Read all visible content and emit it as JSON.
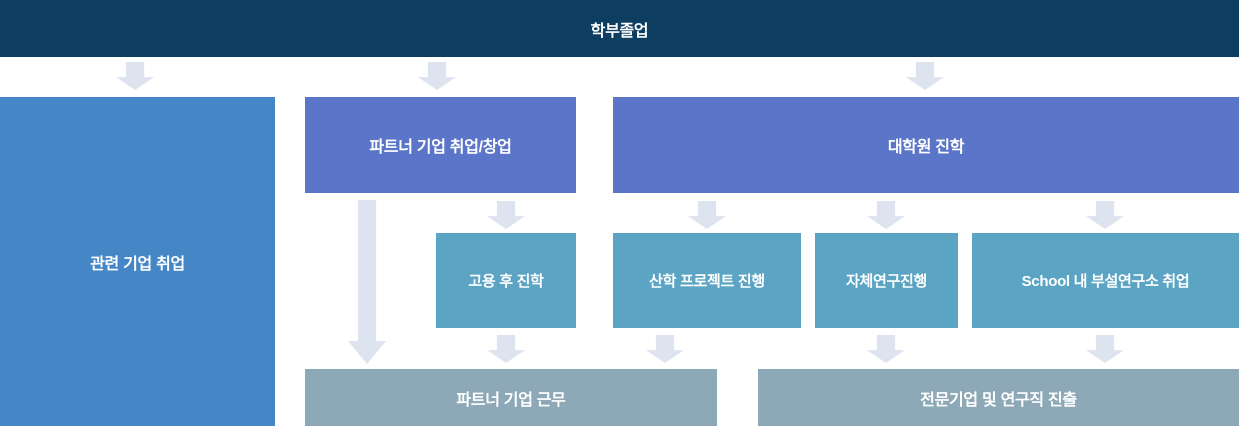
{
  "diagram": {
    "title": "학부졸업",
    "nodes": {
      "related_company": {
        "label": "관련 기업 취업"
      },
      "partner_company": {
        "label": "파트너 기업 취업/창업"
      },
      "grad_school": {
        "label": "대학원 진학"
      },
      "study_after_employment": {
        "label": "고용 후 진학"
      },
      "industry_project": {
        "label": "산학 프로젝트 진행"
      },
      "independent_research": {
        "label": "자체연구진행"
      },
      "school_institute": {
        "label": "School 내 부설연구소 취업"
      },
      "partner_work": {
        "label": "파트너 기업 근무"
      },
      "professional_research": {
        "label": "전문기업 및 연구직 진출"
      }
    },
    "colors": {
      "header": "#0d3d60",
      "primary_blue": "#4486c6",
      "indigo": "#5b76c9",
      "teal": "#5ba4c4",
      "slate": "#8da9b8",
      "arrow": "#dde3ef",
      "text": "#ffffff",
      "background": "#ffffff"
    }
  }
}
